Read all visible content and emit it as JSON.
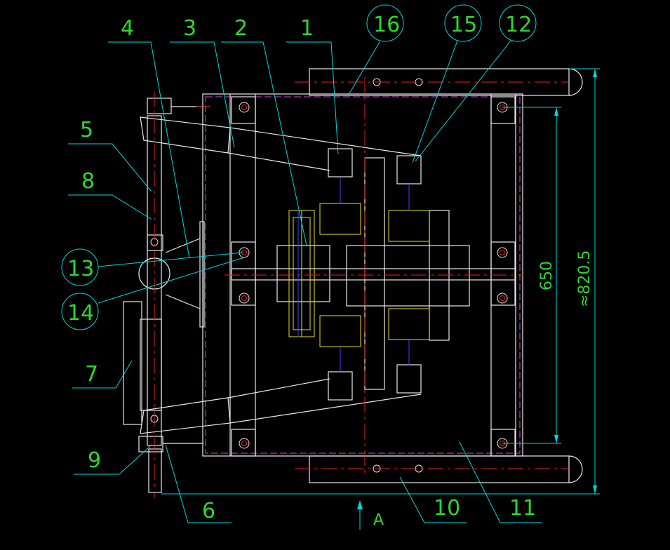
{
  "labels": {
    "l1": "1",
    "l2": "2",
    "l3": "3",
    "l4": "4",
    "l5": "5",
    "l6": "6",
    "l7": "7",
    "l8": "8",
    "l9": "9",
    "l10": "10",
    "l11": "11",
    "c12": "12",
    "c13": "13",
    "c14": "14",
    "c15": "15",
    "c16": "16"
  },
  "dimensions": {
    "inner_height": "650",
    "overall_height": "≈820.5"
  },
  "view_marker": "A",
  "colors": {
    "background": "#000000",
    "outline": "#e8e8e8",
    "dimension": "#00d8d8",
    "centerline": "#e62020",
    "hidden": "#d24ad2",
    "text": "#2fd62f"
  }
}
